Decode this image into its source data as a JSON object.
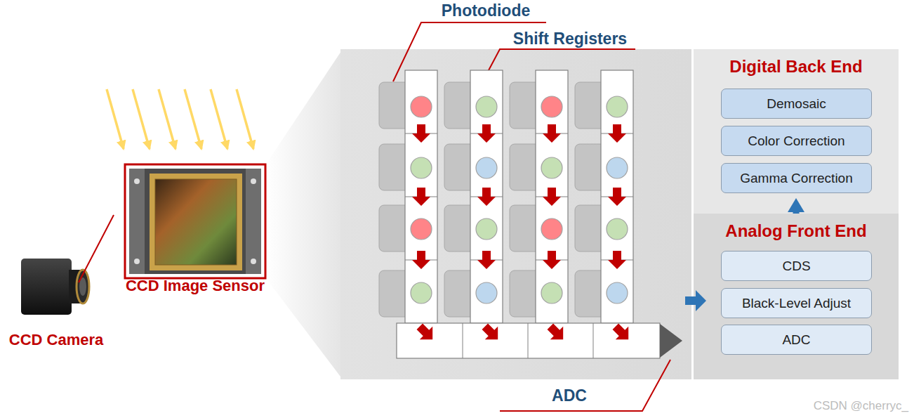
{
  "diagram": {
    "nodes": [
      {
        "text": [
          "Digital Back End"
        ]
      },
      {
        "text": [
          "Demosaic"
        ],
        "in": 0
      },
      {
        "text": [
          "Color Correction"
        ],
        "in": 0
      },
      {
        "text": [
          "Gamma Correction"
        ],
        "in": 0
      },
      {
        "text": [
          "Analog Front End"
        ]
      },
      {
        "text": [
          "CDS"
        ],
        "in": 4
      },
      {
        "text": [
          "Black-Level Adjust"
        ],
        "in": 4
      },
      {
        "text": [
          "ADC"
        ],
        "in": 4
      }
    ],
    "edges": [
      {
        "from": 4,
        "to": 0,
        "arrow": "to"
      }
    ],
    "labels": [
      "Photodiode",
      "Shift Registers",
      "CCD Image Sensor",
      "CCD Camera",
      "ADC",
      "CSDN @cherryc_"
    ]
  }
}
